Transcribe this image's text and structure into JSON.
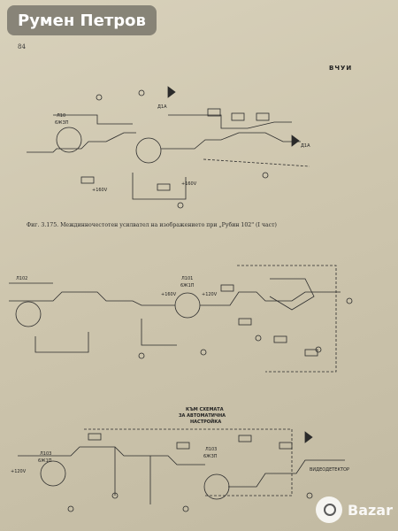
{
  "header": {
    "seller_name": "Румен Петров",
    "page_number": "84",
    "section_code": "ВЧУИ"
  },
  "schematic_1": {
    "labels": [
      "Л10",
      "6Ж3П",
      "Д1А",
      "Д1А",
      "+160V",
      "+160V"
    ]
  },
  "caption": "Фиг. 3.175. Междинночестотен усилвател на изображението при „Рубин 102\" (I част)",
  "schematic_2": {
    "labels": [
      "Л101",
      "6Ж1П",
      "Л102",
      "+160V",
      "+120V"
    ]
  },
  "schematic_3": {
    "labels": [
      "КЪМ СХЕМАТА",
      "ЗА АВТОМАТИЧНА",
      "НАСТРОЙКА",
      "Л103",
      "6Ж1П",
      "Л103",
      "6Ж3П",
      "+120V",
      "ВИДЕОДЕТЕКТОР"
    ]
  },
  "watermark": {
    "text": "Bazar"
  }
}
